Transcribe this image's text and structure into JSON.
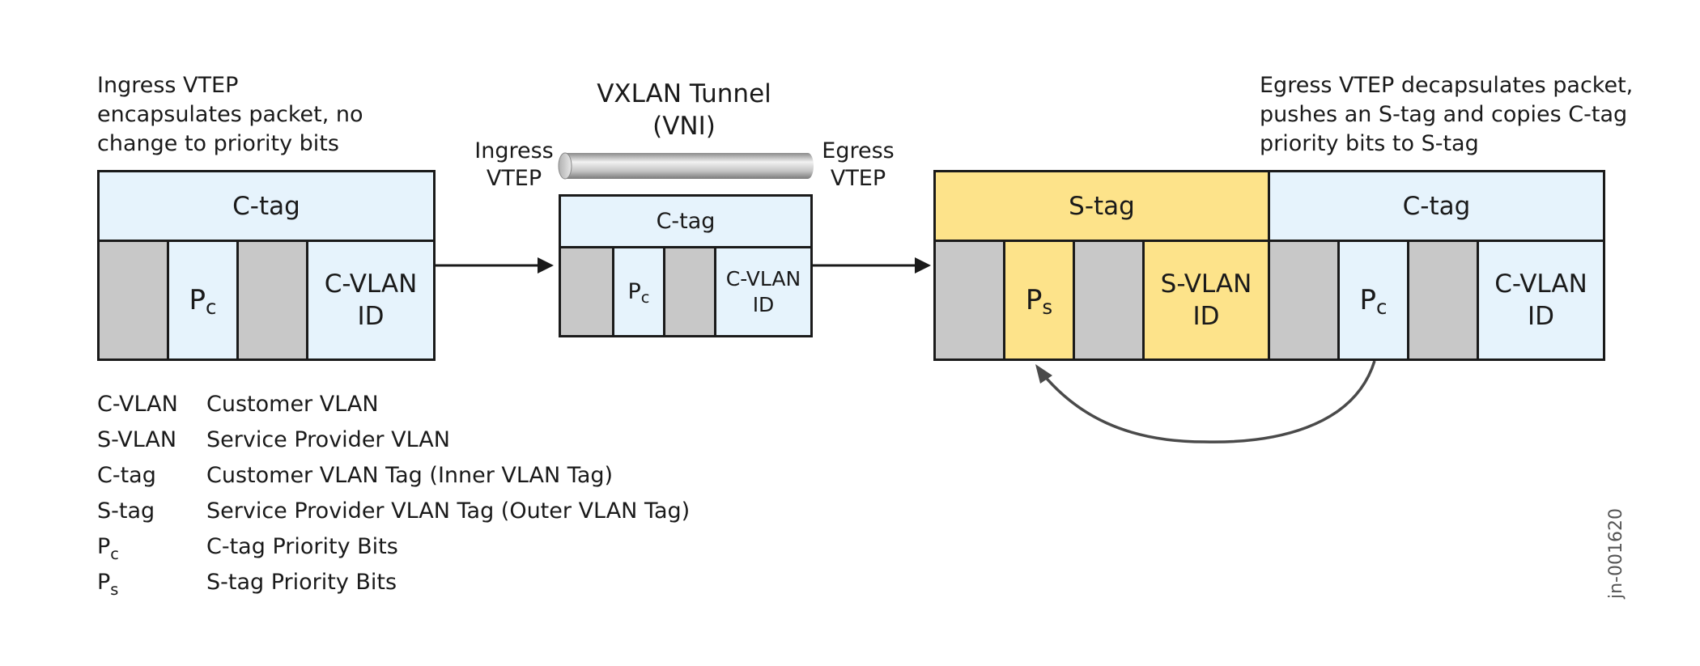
{
  "ingress_caption": [
    "Ingress VTEP",
    "encapsulates packet, no",
    "change to priority bits"
  ],
  "tunnel": {
    "title_line1": "VXLAN Tunnel",
    "title_line2": "(VNI)",
    "left_label": [
      "Ingress",
      "VTEP"
    ],
    "right_label": [
      "Egress",
      "VTEP"
    ]
  },
  "egress_caption": [
    "Egress VTEP decapsulates packet,",
    "pushes an S-tag and copies C-tag",
    "priority bits to S-tag"
  ],
  "frame_ingress": {
    "header": "C-tag",
    "p_main": "P",
    "p_sub": "c",
    "vlan_id": [
      "C-VLAN",
      "ID"
    ]
  },
  "frame_tunnel": {
    "header": "C-tag",
    "p_main": "P",
    "p_sub": "c",
    "vlan_id": [
      "C-VLAN",
      "ID"
    ]
  },
  "frame_egress": {
    "s_header": "S-tag",
    "s_p_main": "P",
    "s_p_sub": "s",
    "s_vlan_id": [
      "S-VLAN",
      "ID"
    ],
    "c_header": "C-tag",
    "c_p_main": "P",
    "c_p_sub": "c",
    "c_vlan_id": [
      "C-VLAN",
      "ID"
    ]
  },
  "legend": [
    {
      "term": "C-VLAN",
      "sub": "",
      "desc": "Customer VLAN"
    },
    {
      "term": "S-VLAN",
      "sub": "",
      "desc": "Service Provider VLAN"
    },
    {
      "term": "C-tag",
      "sub": "",
      "desc": "Customer VLAN Tag (Inner VLAN Tag)"
    },
    {
      "term": "S-tag",
      "sub": "",
      "desc": "Service Provider VLAN Tag (Outer VLAN Tag)"
    },
    {
      "term": "P",
      "sub": "c",
      "desc": "C-tag Priority Bits"
    },
    {
      "term": "P",
      "sub": "s",
      "desc": "S-tag Priority Bits"
    }
  ],
  "figure_id": "jn-001620",
  "colors": {
    "blue_fill": "#e6f3fc",
    "gray_fill": "#c8c8c8",
    "yellow_fill": "#fde38a",
    "stroke": "#1a1a1a",
    "arc": "#4a4a4a"
  }
}
